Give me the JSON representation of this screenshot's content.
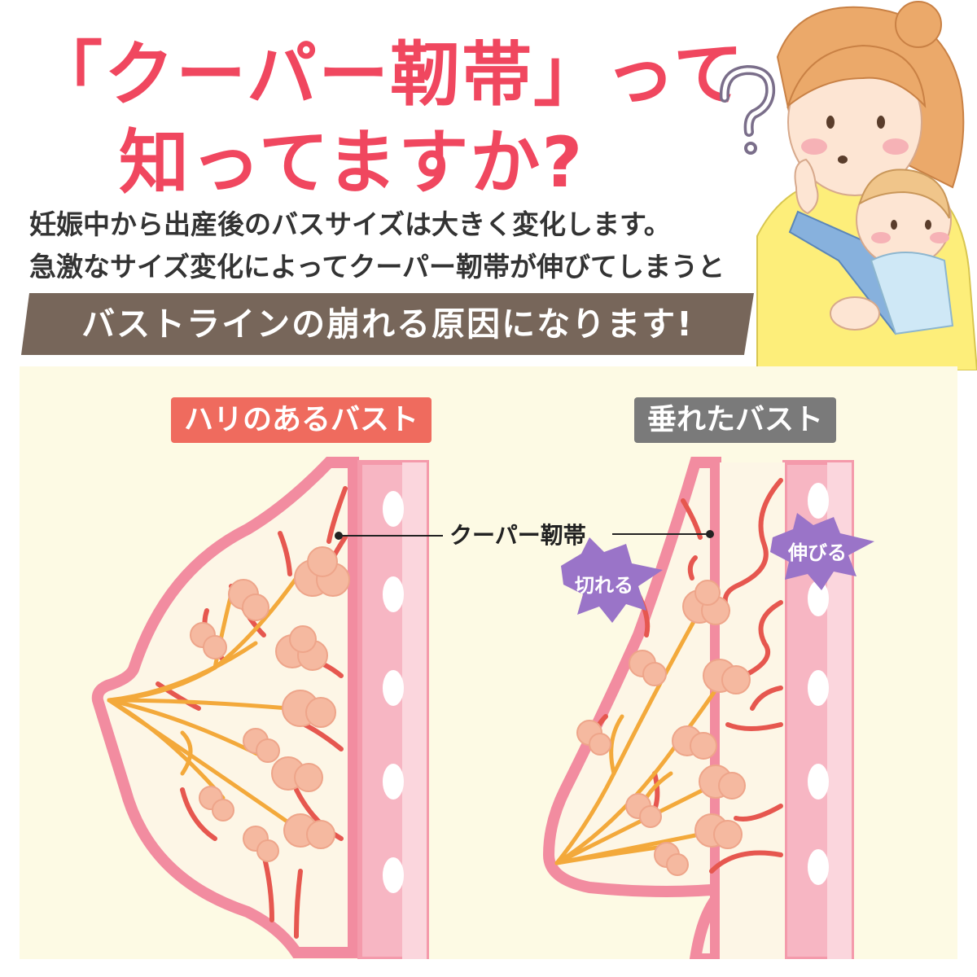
{
  "headline": {
    "line1": "「クーパー靭帯」って",
    "line2": "知ってますか?"
  },
  "body": {
    "line1": "妊娠中から出産後のバスサイズは大きく変化します。",
    "line2": "急激なサイズ変化によってクーパー靭帯が伸びてしまうと"
  },
  "banner": {
    "text": "バストラインの崩れる原因になります!"
  },
  "diagram": {
    "firm_label": "ハリのあるバスト",
    "sag_label": "垂れたバスト",
    "ligament_label": "クーパー靭帯",
    "torn_label": "切れる",
    "stretched_label": "伸びる"
  },
  "colors": {
    "headline": "#f0475f",
    "banner_bg": "#77665a",
    "firm_label_bg": "#ef6b5e",
    "sag_label_bg": "#7a7a7a",
    "panel_bg": "#fdfae4",
    "badge": "#9a74c8",
    "ligament": "#e6574f",
    "duct": "#f3a93b",
    "gland": "#f5b9a0",
    "chest_wall": "#f7a8b8"
  },
  "icons": [
    "question-mark-icon",
    "mother-with-baby-illustration"
  ]
}
